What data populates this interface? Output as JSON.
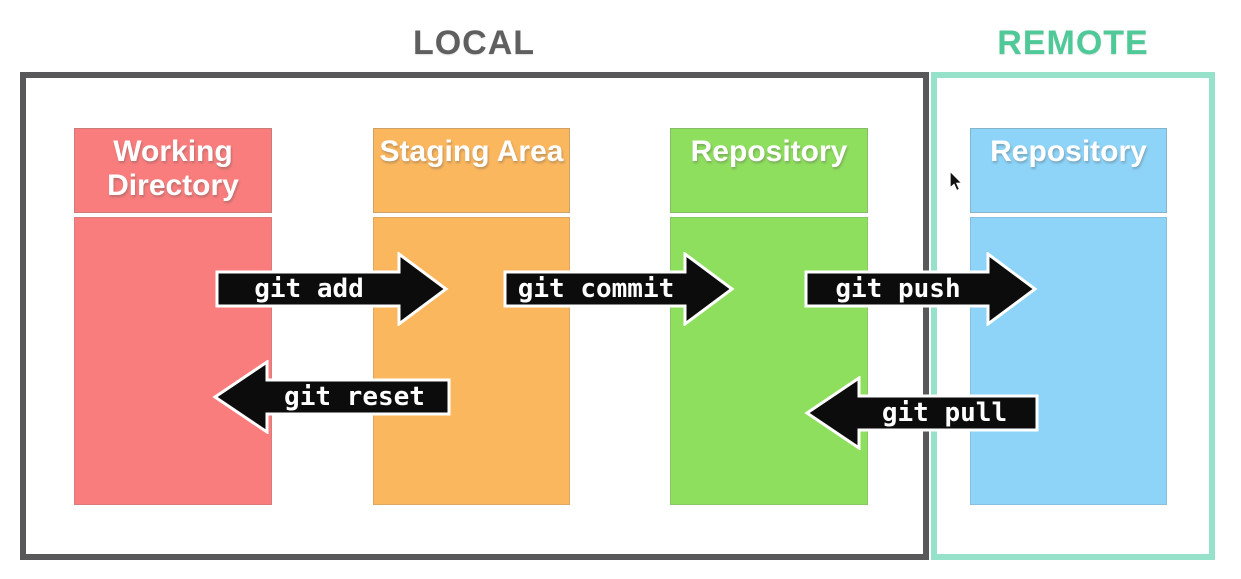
{
  "diagram": {
    "local": {
      "title": "LOCAL",
      "border_color": "#58585a",
      "title_color": "#5f5f5f"
    },
    "remote": {
      "title": "REMOTE",
      "border_color": "#96e1c9",
      "title_color": "#50c998"
    }
  },
  "columns": [
    {
      "label": "Working Directory",
      "group": "LOCAL",
      "color": "#f97d7d"
    },
    {
      "label": "Staging Area",
      "group": "LOCAL",
      "color": "#fbb75e"
    },
    {
      "label": "Repository",
      "group": "LOCAL",
      "color": "#8fdf5f"
    },
    {
      "label": "Repository",
      "group": "REMOTE",
      "color": "#8dd4f8"
    }
  ],
  "arrows": [
    {
      "label": "git add",
      "direction": "right",
      "from": "Working Directory",
      "to": "Staging Area"
    },
    {
      "label": "git commit",
      "direction": "right",
      "from": "Staging Area",
      "to": "Repository (LOCAL)"
    },
    {
      "label": "git push",
      "direction": "right",
      "from": "Repository (LOCAL)",
      "to": "Repository (REMOTE)"
    },
    {
      "label": "git reset",
      "direction": "left",
      "from": "Staging Area",
      "to": "Working Directory"
    },
    {
      "label": "git pull",
      "direction": "left",
      "from": "Repository (REMOTE)",
      "to": "Repository (LOCAL)"
    }
  ],
  "arrow_style": {
    "fill": "#0c0c0c",
    "outline": "#ffffff",
    "text_color": "#ffffff"
  }
}
